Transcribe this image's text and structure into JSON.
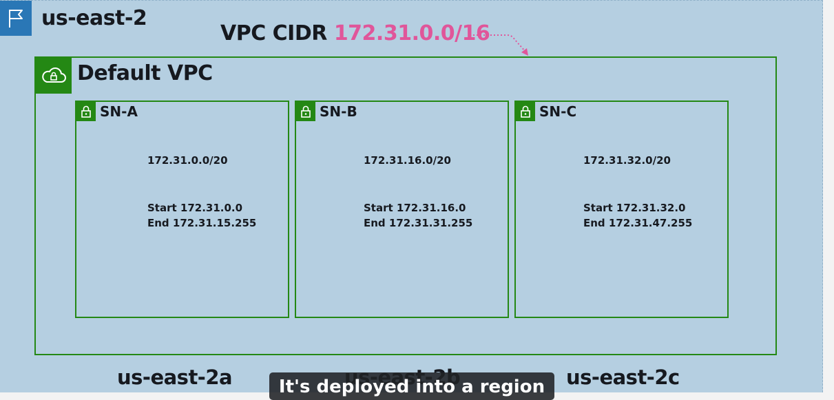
{
  "region": {
    "label": "us-east-2",
    "icon": "flag-icon"
  },
  "vpc_cidr": {
    "prefix": "VPC CIDR",
    "value": "172.31.0.0/16"
  },
  "vpc": {
    "title": "Default VPC",
    "icon": "cloud-lock-icon"
  },
  "subnets": [
    {
      "name": "SN-A",
      "cidr": "172.31.0.0/20",
      "start": "Start 172.31.0.0",
      "end": "End 172.31.15.255",
      "icon": "lock-icon"
    },
    {
      "name": "SN-B",
      "cidr": "172.31.16.0/20",
      "start": "Start 172.31.16.0",
      "end": "End 172.31.31.255",
      "icon": "lock-icon"
    },
    {
      "name": "SN-C",
      "cidr": "172.31.32.0/20",
      "start": "Start 172.31.32.0",
      "end": "End 172.31.47.255",
      "icon": "lock-icon"
    }
  ],
  "availability_zones": [
    "us-east-2a",
    "us-east-2b",
    "us-east-2c"
  ],
  "caption": "It's deployed into a region",
  "colors": {
    "region": "#2a77b6",
    "vpc_green": "#248814",
    "cidr_pink": "#e0569a",
    "canvas": "#b5cfe1"
  }
}
